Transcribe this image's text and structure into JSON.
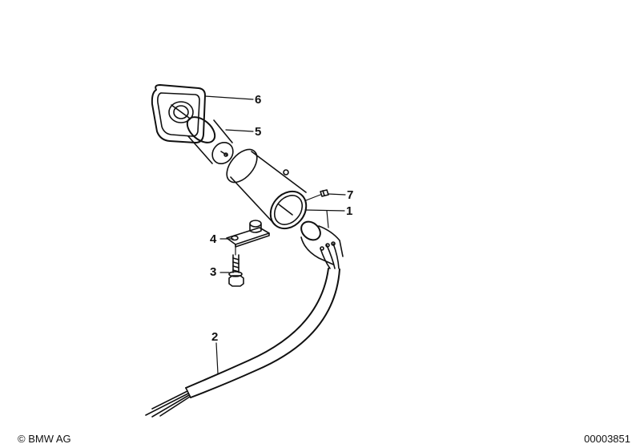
{
  "diagram": {
    "callouts": [
      {
        "id": "6",
        "text": "6"
      },
      {
        "id": "5",
        "text": "5"
      },
      {
        "id": "7",
        "text": "7"
      },
      {
        "id": "1",
        "text": "1"
      },
      {
        "id": "4",
        "text": "4"
      },
      {
        "id": "3",
        "text": "3"
      },
      {
        "id": "2",
        "text": "2"
      }
    ]
  },
  "footer": {
    "copyright": "© BMW AG",
    "diagram_number": "00003851"
  }
}
